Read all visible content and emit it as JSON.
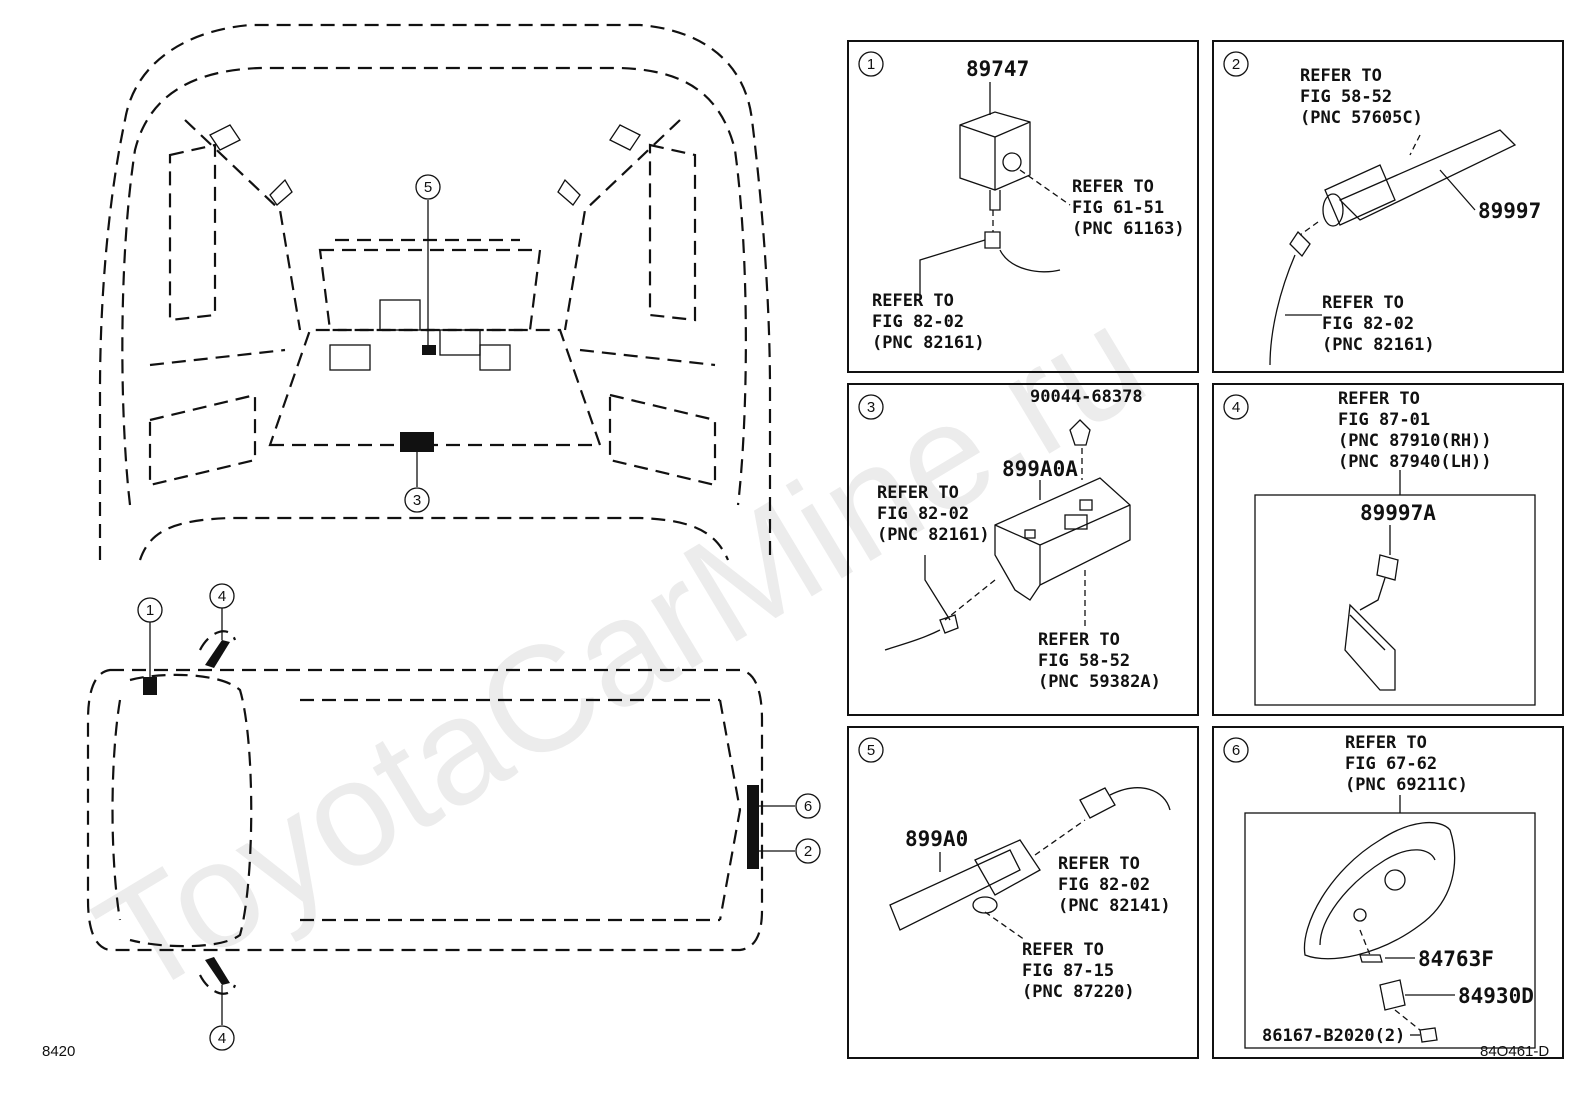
{
  "watermark": "ToyotaCarMine.ru",
  "figure_number": "8420",
  "drawing_id": "84O461-D",
  "overview_callouts": [
    "1",
    "2",
    "3",
    "4",
    "4",
    "5",
    "6"
  ],
  "panels": [
    {
      "number": "1",
      "part": "89747",
      "refs": [
        [
          "REFER TO",
          "FIG 61-51",
          "(PNC 61163)"
        ],
        [
          "REFER TO",
          "FIG 82-02",
          "(PNC 82161)"
        ]
      ]
    },
    {
      "number": "2",
      "part": "89997",
      "refs": [
        [
          "REFER TO",
          "FIG 58-52",
          "(PNC 57605C)"
        ],
        [
          "REFER TO",
          "FIG 82-02",
          "(PNC 82161)"
        ]
      ]
    },
    {
      "number": "3",
      "parts": [
        "90044-68378",
        "899A0A"
      ],
      "refs": [
        [
          "REFER TO",
          "FIG 82-02",
          "(PNC 82161)"
        ],
        [
          "REFER TO",
          "FIG 58-52",
          "(PNC 59382A)"
        ]
      ]
    },
    {
      "number": "4",
      "part": "89997A",
      "refs": [
        [
          "REFER TO",
          "FIG 87-01",
          "(PNC 87910(RH))",
          "(PNC 87940(LH))"
        ]
      ]
    },
    {
      "number": "5",
      "part": "899A0",
      "refs": [
        [
          "REFER TO",
          "FIG 82-02",
          "(PNC 82141)"
        ],
        [
          "REFER TO",
          "FIG 87-15",
          "(PNC 87220)"
        ]
      ]
    },
    {
      "number": "6",
      "parts": [
        "84763F",
        "84930D",
        "86167-B2020(2)"
      ],
      "refs": [
        [
          "REFER TO",
          "FIG 67-62",
          "(PNC 69211C)"
        ]
      ]
    }
  ]
}
